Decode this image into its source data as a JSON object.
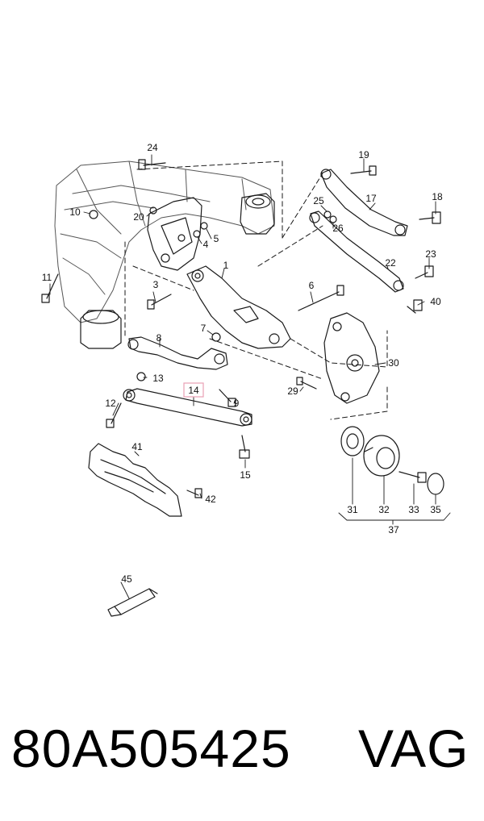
{
  "callouts": {
    "c1": "1",
    "c3": "3",
    "c4": "4",
    "c5": "5",
    "c6": "6",
    "c7": "7",
    "c8": "8",
    "c9": "9",
    "c10": "10",
    "c11": "11",
    "c12": "12",
    "c13": "13",
    "c14": "14",
    "c15": "15",
    "c17": "17",
    "c18": "18",
    "c19": "19",
    "c20": "20",
    "c22": "22",
    "c23": "23",
    "c24": "24",
    "c25": "25",
    "c26": "26",
    "c29": "29",
    "c30": "30",
    "c31": "31",
    "c32": "32",
    "c33": "33",
    "c35": "35",
    "c37": "37",
    "c40": "40",
    "c41": "41",
    "c42": "42",
    "c45": "45"
  },
  "highlight": {
    "color": "#e8a0b4",
    "callout": "14"
  },
  "caption": {
    "part_number": "80A505425",
    "brand": "VAG"
  }
}
